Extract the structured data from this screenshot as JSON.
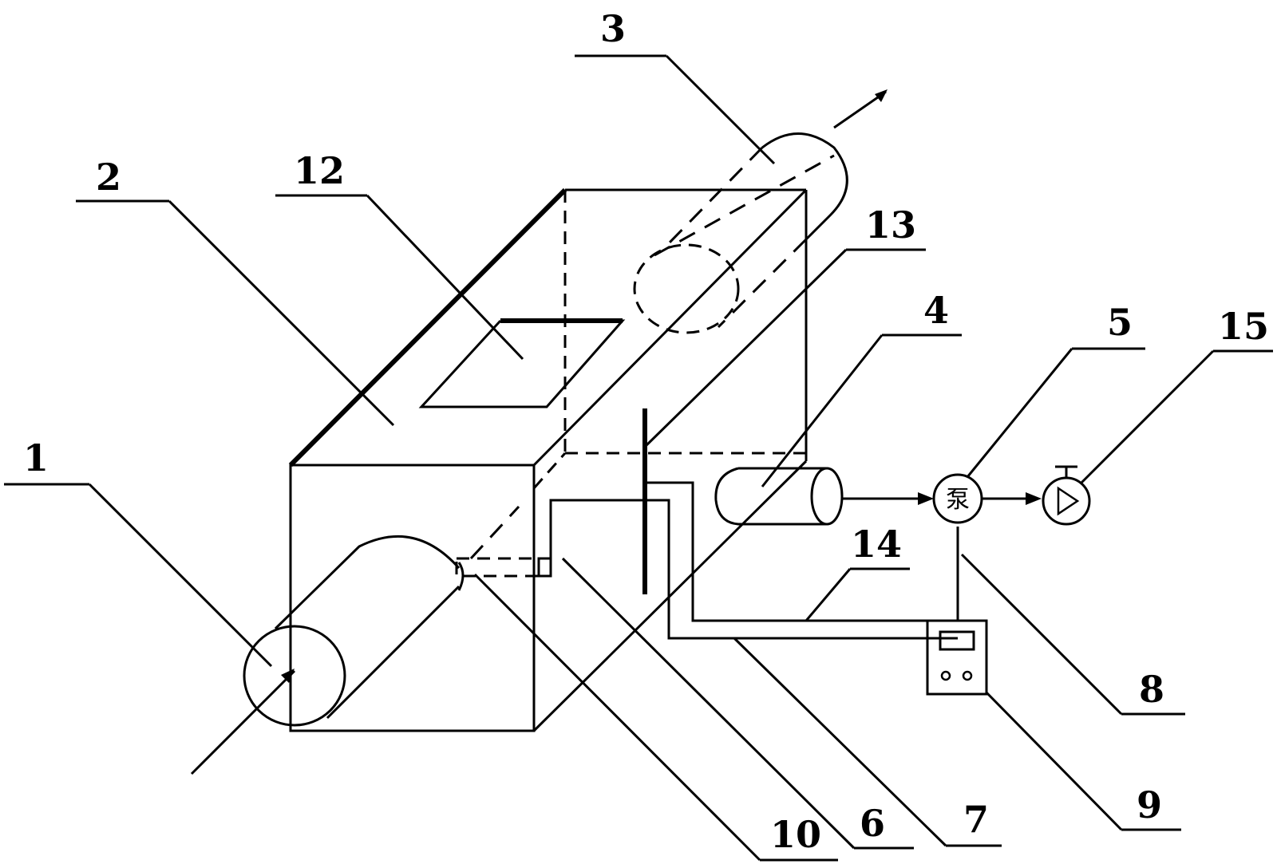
{
  "labels": {
    "l1": "1",
    "l2": "2",
    "l3": "3",
    "l4": "4",
    "l5": "5",
    "l6": "6",
    "l7": "7",
    "l8": "8",
    "l9": "9",
    "l10": "10",
    "l12": "12",
    "l13": "13",
    "l14": "14",
    "l15": "15"
  },
  "pump_char": "泵",
  "colors": {
    "ink": "#000000",
    "paper": "#ffffff"
  }
}
